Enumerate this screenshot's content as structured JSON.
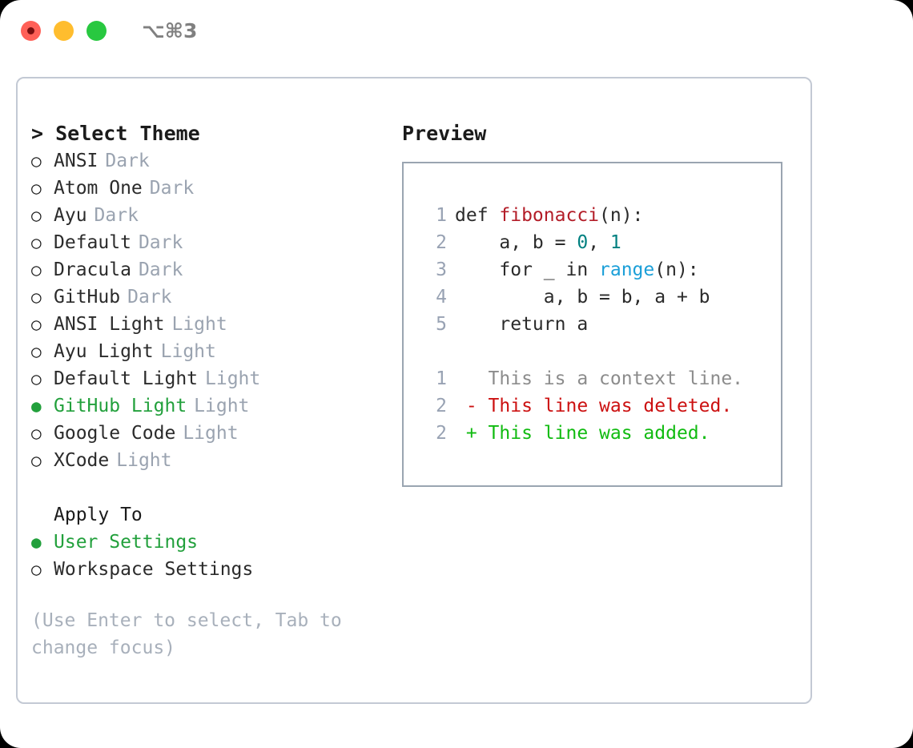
{
  "window": {
    "shortcut": "⌥⌘3",
    "traffic_lights": [
      {
        "name": "close",
        "color": "#ff6057"
      },
      {
        "name": "minimize",
        "color": "#ffbd2e"
      },
      {
        "name": "maximize",
        "color": "#28c840"
      }
    ]
  },
  "theme_picker": {
    "header": "> Select Theme",
    "bullet_selected": "●",
    "bullet_unselected": "○",
    "accent_color": "#22a03c",
    "items": [
      {
        "name": "ANSI",
        "kind": "Dark",
        "selected": false
      },
      {
        "name": "Atom One",
        "kind": "Dark",
        "selected": false
      },
      {
        "name": "Ayu",
        "kind": "Dark",
        "selected": false
      },
      {
        "name": "Default",
        "kind": "Dark",
        "selected": false
      },
      {
        "name": "Dracula",
        "kind": "Dark",
        "selected": false
      },
      {
        "name": "GitHub",
        "kind": "Dark",
        "selected": false
      },
      {
        "name": "ANSI Light",
        "kind": "Light",
        "selected": false
      },
      {
        "name": "Ayu Light",
        "kind": "Light",
        "selected": false
      },
      {
        "name": "Default Light",
        "kind": "Light",
        "selected": false
      },
      {
        "name": "GitHub Light",
        "kind": "Light",
        "selected": true
      },
      {
        "name": "Google Code",
        "kind": "Light",
        "selected": false
      },
      {
        "name": "XCode",
        "kind": "Light",
        "selected": false
      }
    ]
  },
  "apply_to": {
    "title": "Apply To",
    "items": [
      {
        "name": "User Settings",
        "selected": true
      },
      {
        "name": "Workspace Settings",
        "selected": false
      }
    ]
  },
  "hint": "(Use Enter to select, Tab to change focus)",
  "preview": {
    "label": "Preview",
    "code_lines": [
      {
        "lno": "1",
        "segments": [
          {
            "text": "def ",
            "style": "ctext"
          },
          {
            "text": "fibonacci",
            "style": "tok-fn"
          },
          {
            "text": "(n):",
            "style": "ctext"
          }
        ]
      },
      {
        "lno": "2",
        "segments": [
          {
            "text": "    a, b = ",
            "style": "ctext"
          },
          {
            "text": "0",
            "style": "tok-num"
          },
          {
            "text": ", ",
            "style": "ctext"
          },
          {
            "text": "1",
            "style": "tok-num"
          }
        ]
      },
      {
        "lno": "3",
        "segments": [
          {
            "text": "    for _ in ",
            "style": "ctext"
          },
          {
            "text": "range",
            "style": "tok-bi"
          },
          {
            "text": "(n):",
            "style": "ctext"
          }
        ]
      },
      {
        "lno": "4",
        "segments": [
          {
            "text": "        a, b = b, a + b",
            "style": "ctext"
          }
        ]
      },
      {
        "lno": "5",
        "segments": [
          {
            "text": "    return a",
            "style": "ctext"
          }
        ]
      }
    ],
    "diff_lines": [
      {
        "lno": "1",
        "marker": "  ",
        "text": "This is a context line.",
        "style": "d-ctx"
      },
      {
        "lno": "2",
        "marker": "- ",
        "text": "This line was deleted.",
        "style": "d-del"
      },
      {
        "lno": "2",
        "marker": "+ ",
        "text": "This line was added.",
        "style": "d-add"
      }
    ]
  }
}
